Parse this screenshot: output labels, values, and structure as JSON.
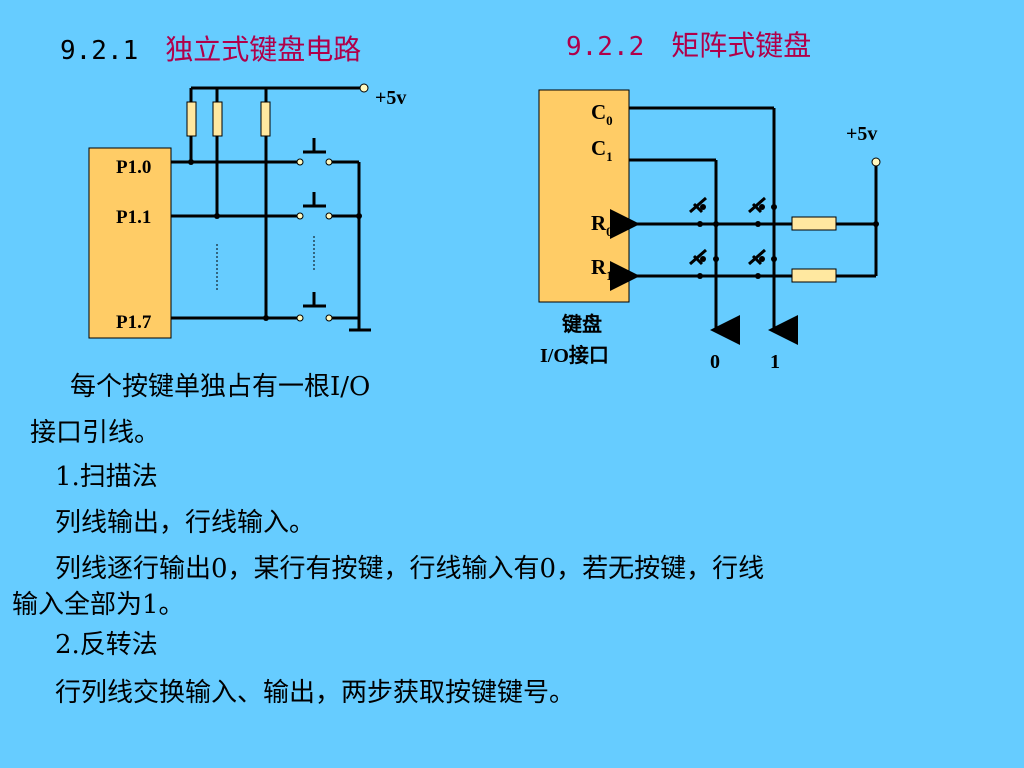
{
  "section1": {
    "number": "9.2.1",
    "title": "独立式键盘电路"
  },
  "section2": {
    "number": "9.2.2",
    "title": "矩阵式键盘"
  },
  "diagram_independent": {
    "supply": "+5v",
    "pins": [
      "P1.0",
      "P1.1",
      "P1.7"
    ]
  },
  "diagram_matrix": {
    "supply": "+5v",
    "col0": "C",
    "col0_sub": "0",
    "col1": "C",
    "col1_sub": "1",
    "row0": "R",
    "row0_sub": "0",
    "row1": "R",
    "row1_sub": "1",
    "port_label_line1": "键盘",
    "port_label_line2": "I/O接口",
    "out0": "0",
    "out1": "1"
  },
  "text": {
    "line1": "每个按键单独占有一根I/O",
    "line2": "接口引线。",
    "line3": "1.扫描法",
    "line4": "列线输出，行线输入。",
    "line5": "列线逐行输出0，某行有按键，行线输入有0，若无按键，行线",
    "line6": "输入全部为1。",
    "line7": "2.反转法",
    "line8": "行列线交换输入、输出，两步获取按键键号。"
  },
  "colors": {
    "background": "#66CCFF",
    "chip": "#FFCC66",
    "title_accent": "#B0004A",
    "resistor": "#FFE8A0"
  }
}
